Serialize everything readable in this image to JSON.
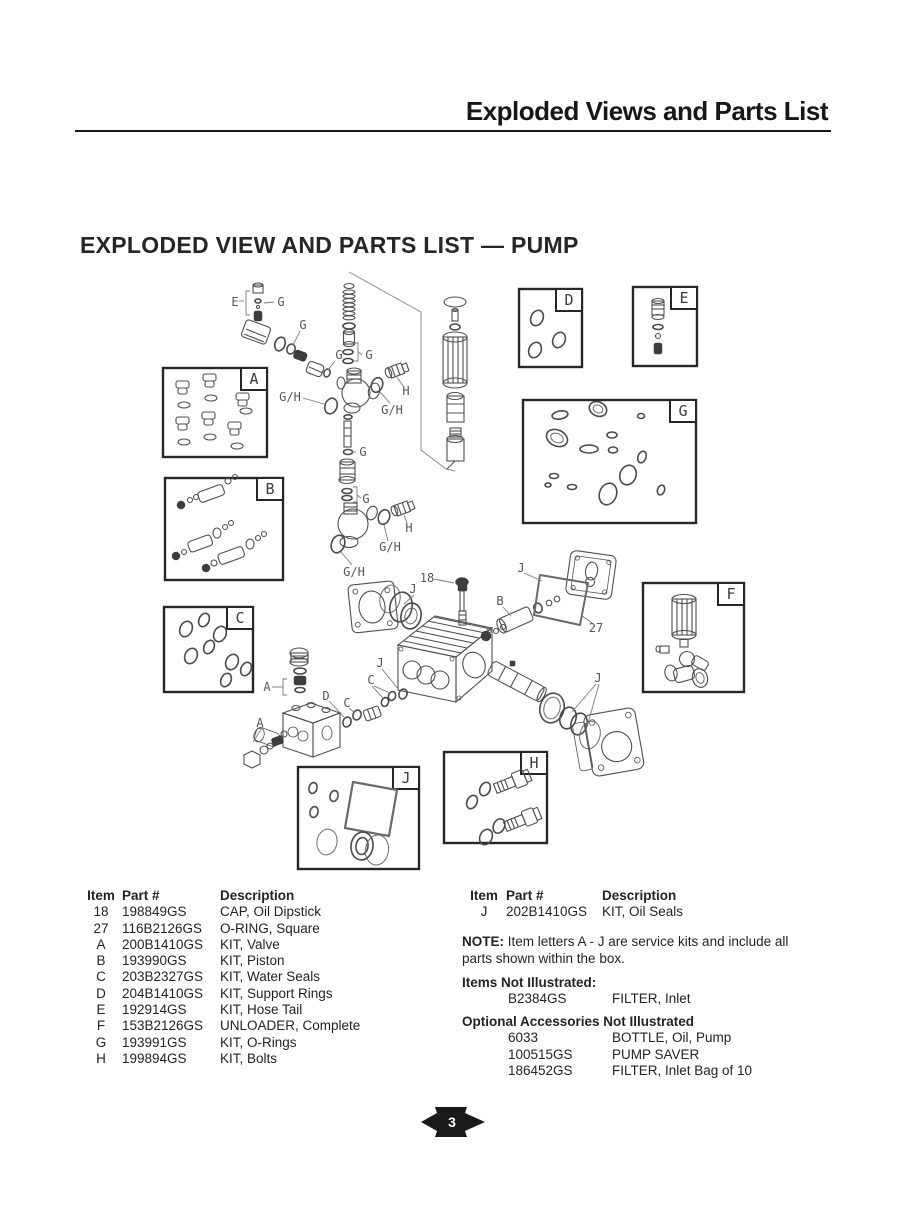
{
  "header": {
    "title": "Exploded Views and Parts List"
  },
  "section": {
    "title": "EXPLODED VIEW AND PARTS LIST — PUMP"
  },
  "diagram": {
    "boxes": [
      {
        "label": "A"
      },
      {
        "label": "B"
      },
      {
        "label": "C"
      },
      {
        "label": "D"
      },
      {
        "label": "E"
      },
      {
        "label": "G"
      },
      {
        "label": "F"
      },
      {
        "label": "H"
      },
      {
        "label": "J"
      }
    ],
    "callouts": [
      {
        "text": "E"
      },
      {
        "text": "G"
      },
      {
        "text": "G"
      },
      {
        "text": "G"
      },
      {
        "text": "G"
      },
      {
        "text": "G/H"
      },
      {
        "text": "H"
      },
      {
        "text": "G/H"
      },
      {
        "text": "G"
      },
      {
        "text": "G"
      },
      {
        "text": "H"
      },
      {
        "text": "G/H"
      },
      {
        "text": "G/H"
      },
      {
        "text": "18"
      },
      {
        "text": "J"
      },
      {
        "text": "J"
      },
      {
        "text": "B"
      },
      {
        "text": "27"
      },
      {
        "text": "J"
      },
      {
        "text": "C"
      },
      {
        "text": "A"
      },
      {
        "text": "D"
      },
      {
        "text": "C"
      },
      {
        "text": "A"
      },
      {
        "text": "J"
      }
    ]
  },
  "parts_list_left": {
    "headers": {
      "item": "Item",
      "part": "Part #",
      "desc": "Description"
    },
    "rows": [
      {
        "item": "18",
        "part": "198849GS",
        "desc": "CAP, Oil Dipstick"
      },
      {
        "item": "27",
        "part": "116B2126GS",
        "desc": "O-RING, Square"
      },
      {
        "item": "A",
        "part": "200B1410GS",
        "desc": "KIT, Valve"
      },
      {
        "item": "B",
        "part": "193990GS",
        "desc": "KIT, Piston"
      },
      {
        "item": "C",
        "part": "203B2327GS",
        "desc": "KIT, Water Seals"
      },
      {
        "item": "D",
        "part": "204B1410GS",
        "desc": "KIT, Support Rings"
      },
      {
        "item": "E",
        "part": "192914GS",
        "desc": "KIT, Hose Tail"
      },
      {
        "item": "F",
        "part": "153B2126GS",
        "desc": "UNLOADER, Complete"
      },
      {
        "item": "G",
        "part": "193991GS",
        "desc": "KIT, O-Rings"
      },
      {
        "item": "H",
        "part": "199894GS",
        "desc": "KIT, Bolts"
      }
    ]
  },
  "parts_list_right": {
    "headers": {
      "item": "Item",
      "part": "Part #",
      "desc": "Description"
    },
    "rows": [
      {
        "item": "J",
        "part": "202B1410GS",
        "desc": "KIT, Oil Seals"
      }
    ],
    "note_label": "NOTE:",
    "note_text": " Item letters A - J are service kits and include all parts shown within the box.",
    "not_illustrated_heading": "Items Not Illustrated:",
    "not_illustrated_rows": [
      {
        "part": "B2384GS",
        "desc": "FILTER, Inlet"
      }
    ],
    "optional_heading": "Optional Accessories Not Illustrated",
    "optional_rows": [
      {
        "part": "6033",
        "desc": "BOTTLE, Oil, Pump"
      },
      {
        "part": "100515GS",
        "desc": "PUMP SAVER"
      },
      {
        "part": "186452GS",
        "desc": "FILTER, Inlet Bag of 10"
      }
    ]
  },
  "footer": {
    "page_number": "3"
  },
  "colors": {
    "ink": "#1d1d1d",
    "tag_fill": "#1a1a1a"
  }
}
